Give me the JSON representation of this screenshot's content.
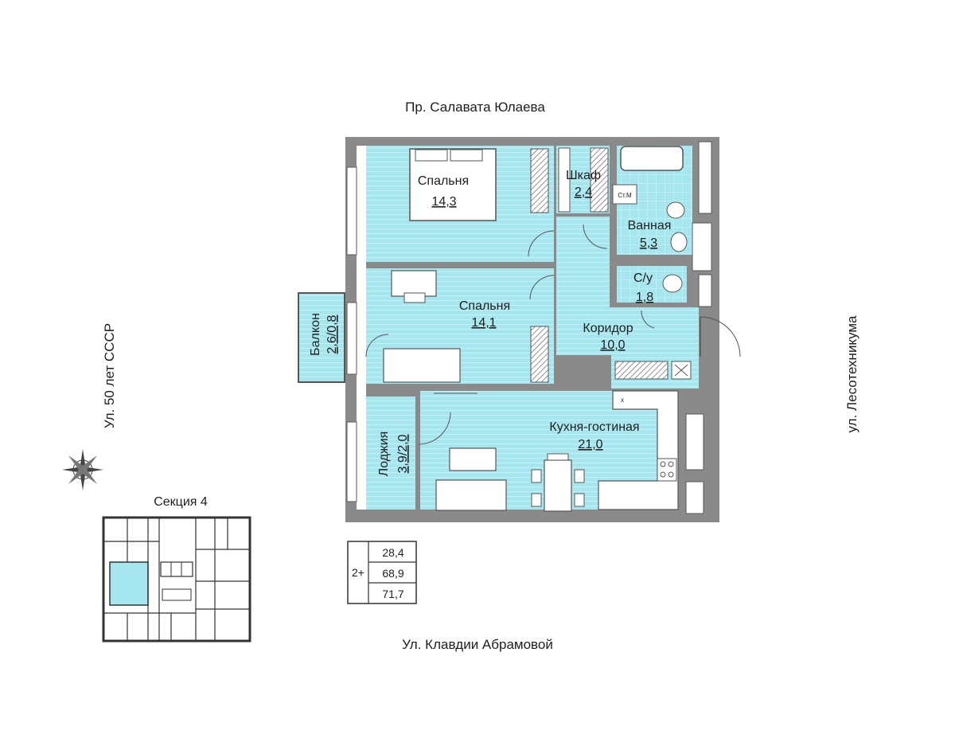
{
  "streets": {
    "north": "Пр. Салавата Юлаева",
    "south": "Ул. Клавдии Абрамовой",
    "west": "Ул. 50 лет СССР",
    "east": "ул. Лесотехникума"
  },
  "rooms": {
    "bedroom1": {
      "name": "Спальня",
      "area": "14,3"
    },
    "closet": {
      "name": "Шкаф",
      "area": "2,4"
    },
    "bathroom": {
      "name": "Ванная",
      "area": "5,3"
    },
    "wc": {
      "name": "С/у",
      "area": "1,8"
    },
    "bedroom2": {
      "name": "Спальня",
      "area": "14,1"
    },
    "corridor": {
      "name": "Коридор",
      "area": "10,0"
    },
    "kitchen": {
      "name": "Кухня-гостиная",
      "area": "21,0"
    },
    "balcony": {
      "name": "Балкон",
      "area": "2,6/0,8"
    },
    "loggia": {
      "name": "Лоджия",
      "area": "3,9/2,0"
    }
  },
  "fixtures": {
    "washer": "Ст.М",
    "cross": "x"
  },
  "section": {
    "label": "Секция 4"
  },
  "area_table": {
    "rooms": "2+",
    "values": [
      "28,4",
      "68,9",
      "71,7"
    ]
  },
  "colors": {
    "room_fill": "#a6e6ee",
    "wall": "#555555",
    "wall_fill": "#8a8a8a",
    "highlight": "#a6e6ee"
  }
}
